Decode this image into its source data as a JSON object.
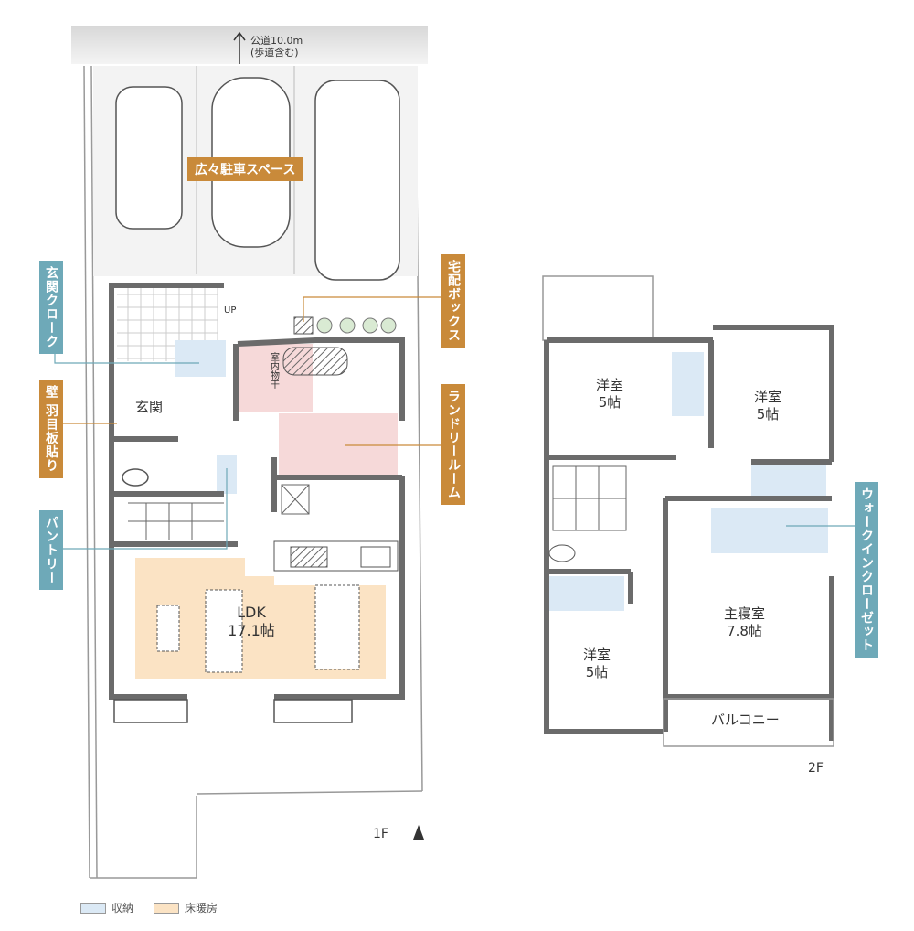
{
  "road": {
    "line1": "公道10.0m",
    "line2": "(歩道含む)"
  },
  "first_floor": {
    "parking_label": "広々駐車スペース",
    "rooms": {
      "entrance": "玄関",
      "ldk_name": "LDK",
      "ldk_size": "17.1帖",
      "indoor_drying": "室内物干",
      "up": "UP"
    },
    "callouts": {
      "entrance_cloak": "玄関クローク",
      "wall_paneling": "壁 羽目板貼り",
      "pantry": "パントリー",
      "delivery_box": "宅配ボックス",
      "laundry_room": "ランドリールーム"
    },
    "floor_label": "1F",
    "north_mark": "N"
  },
  "second_floor": {
    "rooms": {
      "west_room_a_name": "洋室",
      "west_room_a_size": "5帖",
      "west_room_b_name": "洋室",
      "west_room_b_size": "5帖",
      "west_room_c_name": "洋室",
      "west_room_c_size": "5帖",
      "master_name": "主寝室",
      "master_size": "7.8帖",
      "balcony": "バルコニー"
    },
    "callouts": {
      "walk_in_closet": "ウォークインクローゼット"
    },
    "floor_label": "2F"
  },
  "legend": {
    "storage": {
      "label": "収納",
      "color": "#dbe9f5"
    },
    "floor_heating": {
      "label": "床暖房",
      "color": "#fbe3c4"
    }
  },
  "colors": {
    "blue_callout": "#6ea9b8",
    "orange_callout": "#c98a3a",
    "wall": "#6b6b6b",
    "laundry": "#f6d9d9"
  }
}
